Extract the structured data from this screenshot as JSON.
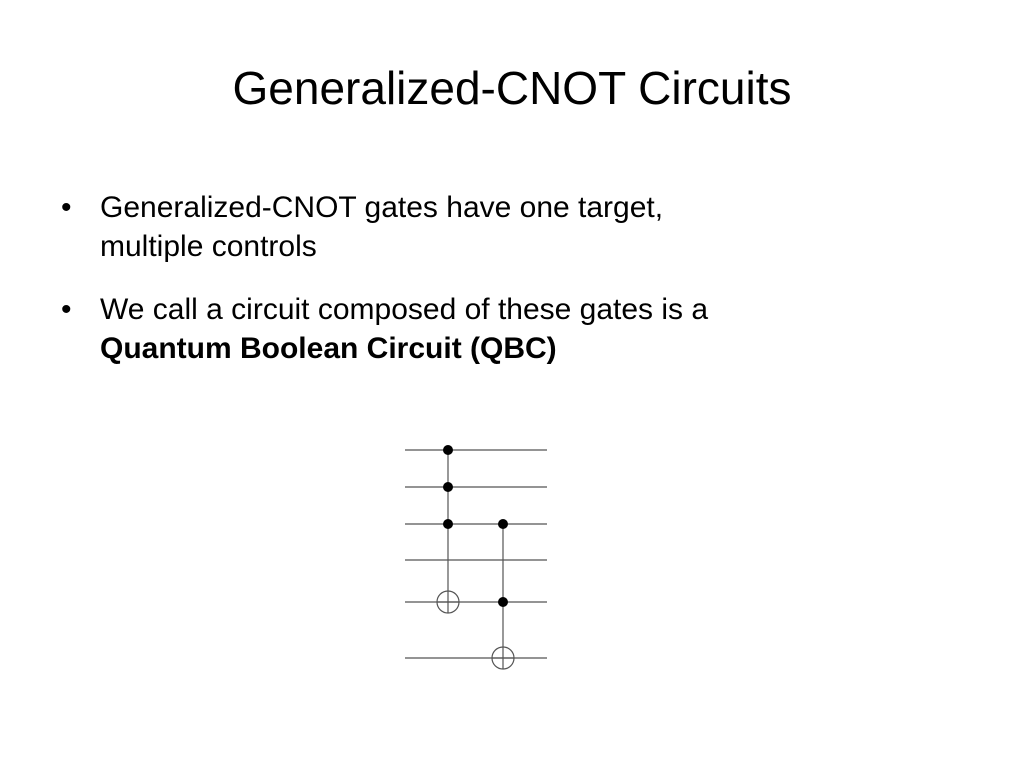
{
  "slide": {
    "title": "Generalized-CNOT Circuits",
    "bullets": [
      {
        "line1": "Generalized-CNOT gates have one target,",
        "line2": "multiple controls",
        "bold": false
      },
      {
        "line1": "We call a circuit composed of these gates is a",
        "line2": "Quantum Boolean Circuit (QBC)",
        "bold": true
      }
    ],
    "bullet_glyph": "•"
  },
  "circuit": {
    "wire_count": 6,
    "gates": [
      {
        "controls": [
          1,
          2,
          3
        ],
        "target": 5
      },
      {
        "controls": [
          3,
          5
        ],
        "target": 6
      }
    ]
  }
}
